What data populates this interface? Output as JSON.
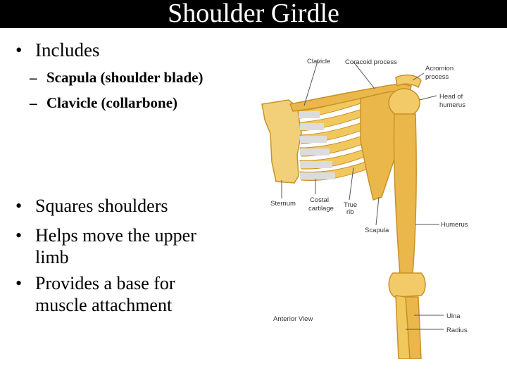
{
  "slide": {
    "title": "Shoulder Girdle",
    "top_bullets": {
      "includes": "Includes",
      "sub_items": [
        "Scapula (shoulder blade)",
        "Clavicle (collarbone)"
      ]
    },
    "bottom_bullets": [
      {
        "line1": "Squares shoulders",
        "line2": ""
      },
      {
        "line1": "Helps move the upper",
        "line2": "limb"
      },
      {
        "line1": "Provides a base for",
        "line2": "muscle attachment"
      }
    ]
  },
  "figure": {
    "labels": {
      "clavicle": "Clavicle",
      "coracoid": "Coracoid process",
      "acromion_1": "Acromion",
      "acromion_2": "process",
      "head_humerus_1": "Head of",
      "head_humerus_2": "humerus",
      "sternum": "Sternum",
      "costal_1": "Costal",
      "costal_2": "cartilage",
      "true_rib_1": "True",
      "true_rib_2": "rib",
      "scapula": "Scapula",
      "humerus": "Humerus",
      "anterior_view": "Anterior View",
      "ulna": "Ulna",
      "radius": "Radius"
    },
    "colors": {
      "bone": "#e9b94a",
      "bone_light": "#f6d98b",
      "bone_shadow": "#c99127",
      "cartilage": "#dcdcdc",
      "leader_line": "#555555"
    }
  }
}
